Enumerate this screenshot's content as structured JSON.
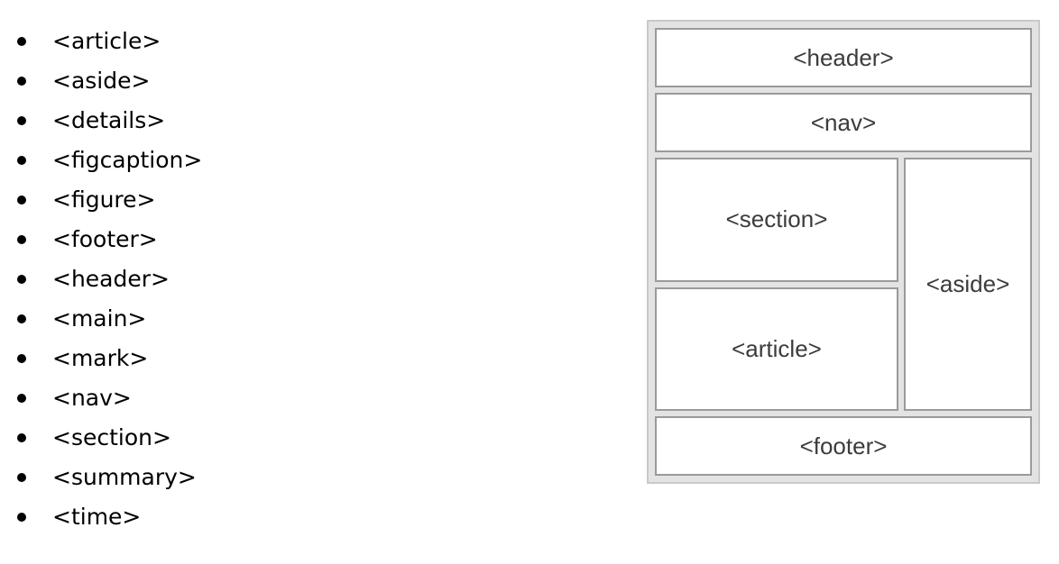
{
  "element_list": {
    "items": [
      {
        "label": "<article>"
      },
      {
        "label": "<aside>"
      },
      {
        "label": "<details>"
      },
      {
        "label": "<figcaption>"
      },
      {
        "label": "<figure>"
      },
      {
        "label": "<footer>"
      },
      {
        "label": "<header>"
      },
      {
        "label": "<main>"
      },
      {
        "label": "<mark>"
      },
      {
        "label": "<nav>"
      },
      {
        "label": "<section>"
      },
      {
        "label": "<summary>"
      },
      {
        "label": "<time>"
      }
    ]
  },
  "diagram": {
    "header": "<header>",
    "nav": "<nav>",
    "section": "<section>",
    "article": "<article>",
    "aside": "<aside>",
    "footer": "<footer>"
  },
  "colors": {
    "page_background": "#ffffff",
    "list_text": "#000000",
    "bullet": "#000000",
    "diagram_container_fill": "#e3e3e3",
    "diagram_container_border": "#c9c9c9",
    "diagram_box_fill": "#ffffff",
    "diagram_box_border": "#9a9a9a",
    "diagram_text": "#3c3c3c"
  }
}
